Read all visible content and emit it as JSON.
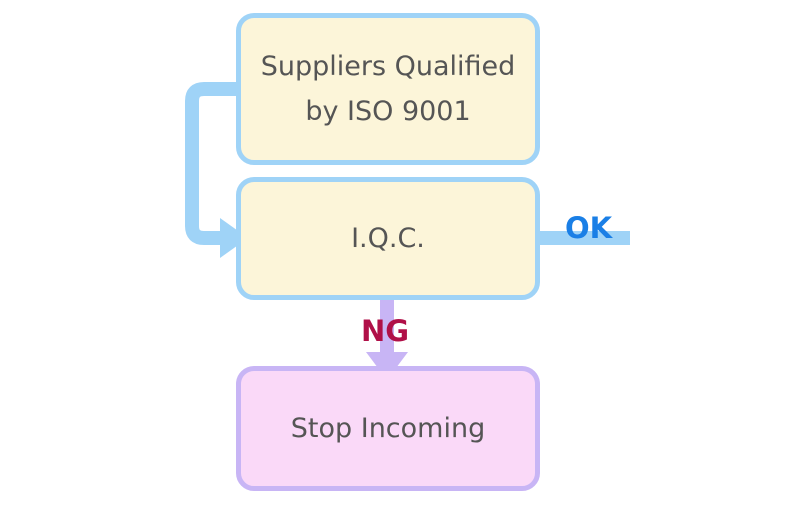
{
  "diagram": {
    "nodes": [
      {
        "id": "suppliers",
        "lines": [
          "Suppliers Qualified",
          "by ISO 9001"
        ]
      },
      {
        "id": "iqc",
        "lines": [
          "I.Q.C."
        ]
      },
      {
        "id": "stop",
        "lines": [
          "Stop Incoming"
        ]
      }
    ],
    "edges": [
      {
        "from": "suppliers",
        "to": "iqc",
        "label": ""
      },
      {
        "from": "iqc",
        "to": "out",
        "label": "OK"
      },
      {
        "from": "iqc",
        "to": "stop",
        "label": "NG"
      }
    ]
  },
  "colors": {
    "box_yellow_fill": "#fcf5d9",
    "box_yellow_border": "#9fd3f7",
    "box_pink_fill": "#fad9f8",
    "box_pink_border": "#c8b5f5",
    "connector_blue": "#9fd3f7",
    "connector_purple": "#c8b5f5",
    "ok_label": "#1a7fe6",
    "ng_label": "#b01048",
    "text": "#555555"
  }
}
